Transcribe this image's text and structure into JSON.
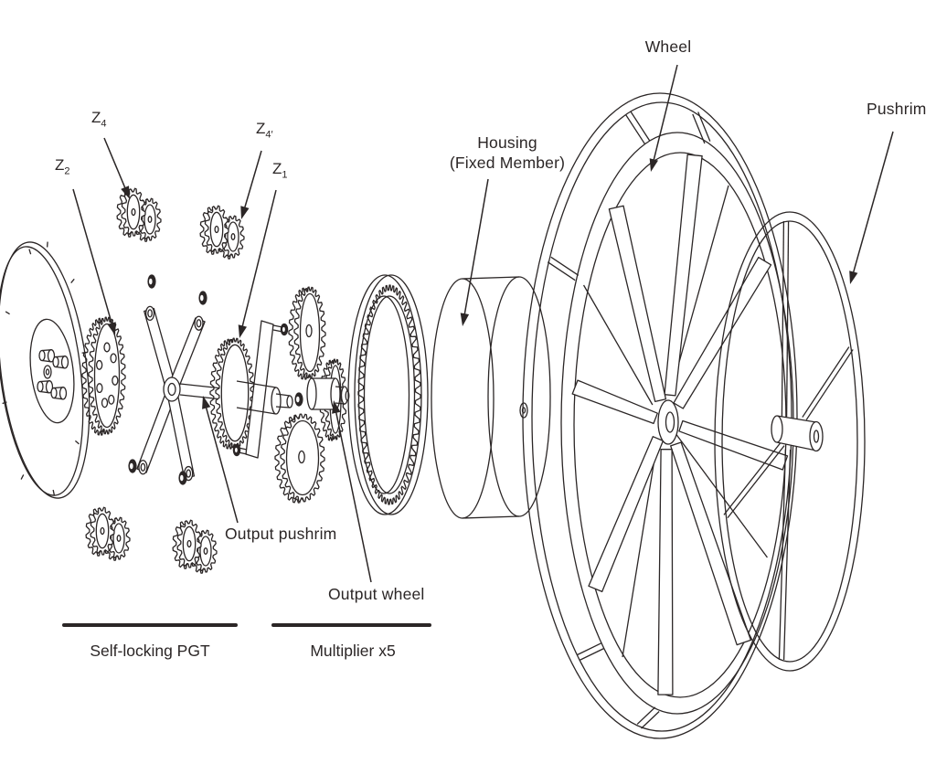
{
  "figure": {
    "type": "exploded-assembly-diagram",
    "colors": {
      "ink": "#2b2626",
      "background": "#ffffff"
    },
    "labels": {
      "z2": {
        "base": "Z",
        "sub": "2"
      },
      "z4": {
        "base": "Z",
        "sub": "4"
      },
      "z4_prime": {
        "base": "Z",
        "sub": "4′"
      },
      "z1": {
        "base": "Z",
        "sub": "1"
      },
      "wheel": "Wheel",
      "pushrim": "Pushrim",
      "housing_line1": "Housing",
      "housing_line2": "(Fixed Member)",
      "output_pushrim": "Output pushrim",
      "output_wheel": "Output wheel"
    },
    "sections": [
      {
        "label": "Self-locking PGT"
      },
      {
        "label": "Multiplier x5"
      }
    ]
  }
}
